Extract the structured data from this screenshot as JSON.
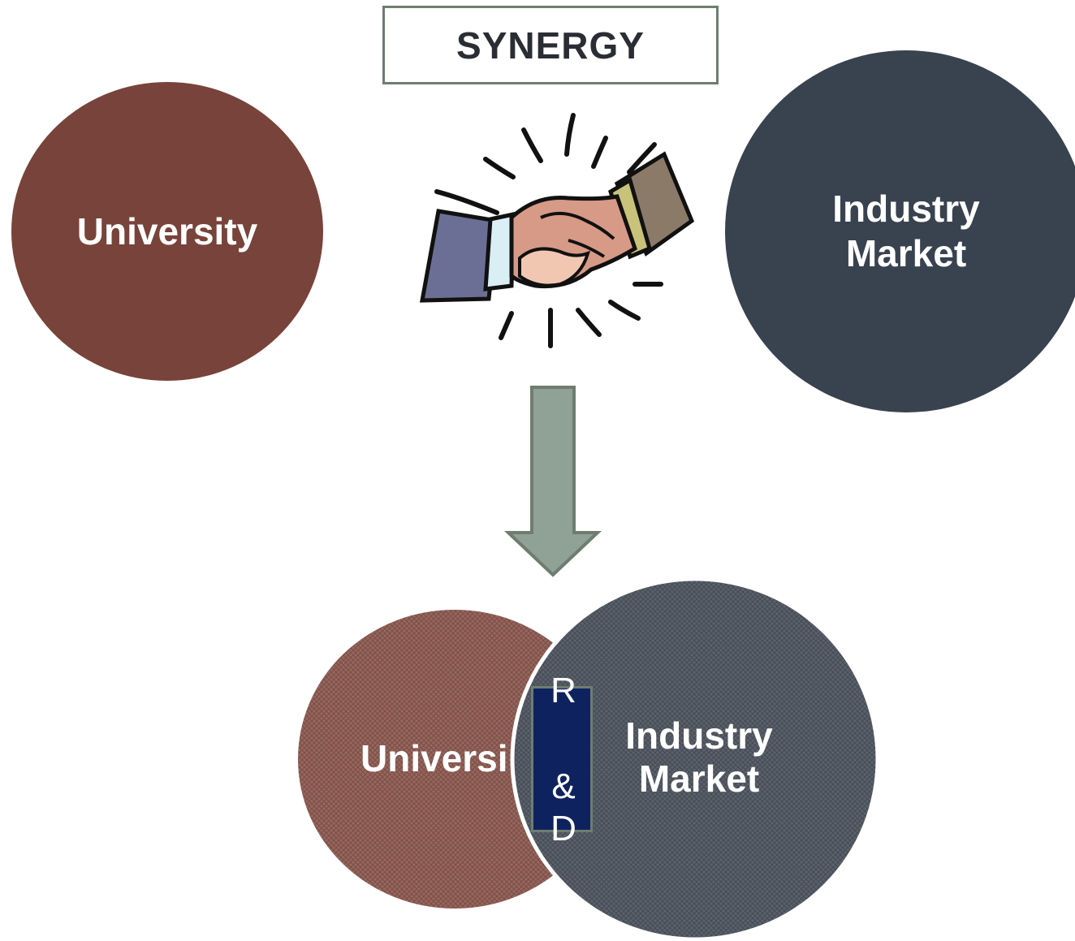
{
  "title": "SYNERGY",
  "top_circles": {
    "university": "University",
    "industry_line1": "Industry",
    "industry_line2": "Market"
  },
  "venn": {
    "university": "Universi",
    "industry_line1": "Industry",
    "industry_line2": "Market",
    "overlap": {
      "r": "R",
      "amp": "&",
      "d": "D"
    }
  },
  "colors": {
    "university": "#78433a",
    "industry": "#39424f",
    "arrow": "#8fa295",
    "rd_box": "#0f2260"
  },
  "icons": [
    "handshake-icon",
    "down-arrow-icon"
  ]
}
